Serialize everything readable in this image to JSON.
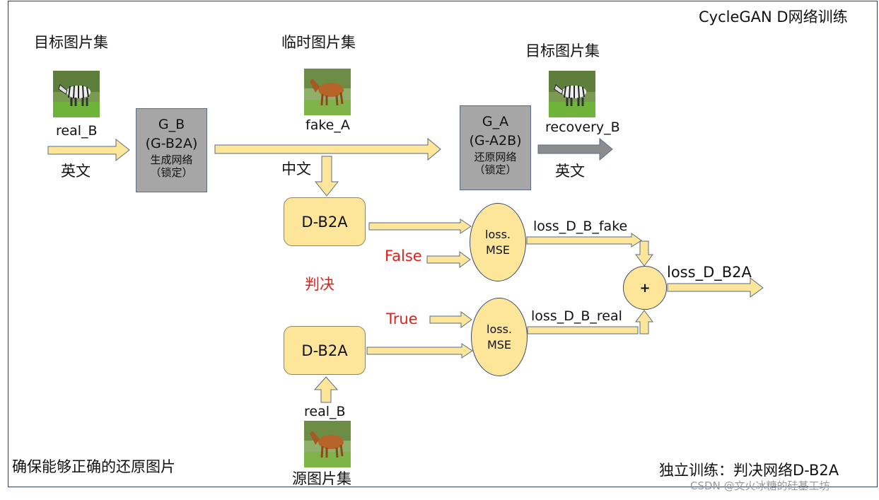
{
  "title": "CycleGAN D网络训练",
  "images": {
    "target_set_1": {
      "caption": "目标图片集",
      "label": "real_B",
      "subject": "zebra"
    },
    "temp_set": {
      "caption": "临时图片集",
      "label": "fake_A",
      "subject": "horse"
    },
    "target_set_2": {
      "caption": "目标图片集",
      "label": "recovery_B",
      "subject": "zebra"
    },
    "source_set": {
      "caption": "源图片集",
      "label": "real_B",
      "subject": "horse"
    }
  },
  "arrow_labels": {
    "english_1": "英文",
    "chinese": "中文",
    "english_2": "英文"
  },
  "generator_b": {
    "line1": "G_B",
    "line2": "(G-B2A)",
    "line3": "生成网络",
    "line4": "（锁定）"
  },
  "generator_a": {
    "line1": "G_A",
    "line2": "(G-A2B)",
    "line3": "还原网络",
    "line4": "（锁定）"
  },
  "discriminator_top": "D-B2A",
  "discriminator_bottom": "D-B2A",
  "judge_label": "判决",
  "false_label": "False",
  "true_label": "True",
  "loss_top": {
    "line1": "loss.",
    "line2": "MSE"
  },
  "loss_bottom": {
    "line1": "loss.",
    "line2": "MSE"
  },
  "loss_fake_label": "loss_D_B_fake",
  "loss_real_label": "loss_D_B_real",
  "sum_symbol": "+",
  "output_label": "loss_D_B2A",
  "footer_left": "确保能够正确的还原图片",
  "footer_right": "独立训练：判决网络D-B2A",
  "watermark": "CSDN @文火冰糖的硅基工坊",
  "colors": {
    "arrow_yellow": "#fde59a",
    "arrow_gray": "#8c8c8c",
    "box_gray": "#a6a6a6",
    "red_text": "#e0201a"
  }
}
